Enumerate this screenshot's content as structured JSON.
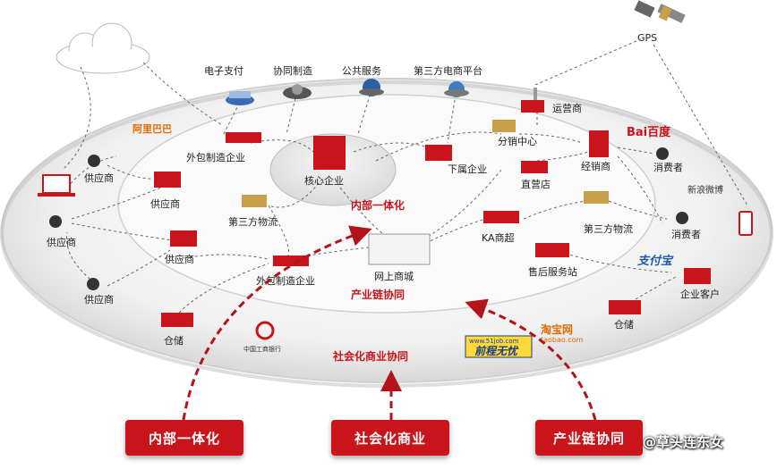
{
  "top_services": [
    "电子支付",
    "协同制造",
    "公共服务",
    "第三方电商平台"
  ],
  "gps": "GPS",
  "operator": "运营商",
  "logos": {
    "alibaba": "阿里巴巴",
    "baidu": "Bai百度",
    "weibo": "新浪微博",
    "alipay": "支付宝",
    "taobao": "淘宝网",
    "taobao_sub": "taobao.com",
    "job51": "前程无忧",
    "job51_sub": "www.51job.com",
    "icbc": "中国工商银行"
  },
  "nodes": {
    "waibao_top": "外包制造企业",
    "hexin": "核心企业",
    "xiashu": "下属企业",
    "fenxiao": "分销中心",
    "zhiying": "直营店",
    "jingxiao": "经销商",
    "xiaofei1": "消费者",
    "xiaofei2": "消费者",
    "gongying_l1": "供应商",
    "gongying_l2": "供应商",
    "gongying_l3": "供应商",
    "gongying_i1": "供应商",
    "gongying_i2": "供应商",
    "wuliu_l": "第三方物流",
    "wuliu_r": "第三方物流",
    "ka": "KA商超",
    "wangshang": "网上商城",
    "shouhou": "售后服务站",
    "waibao_bot": "外包制造企业",
    "cangchu_l": "仓储",
    "cangchu_r": "仓储",
    "qiye_kehu": "企业客户"
  },
  "zones": {
    "inner": "内部一体化",
    "middle": "产业链协同",
    "outer": "社会化商业协同"
  },
  "buttons": [
    "内部一体化",
    "社会化商业",
    "产业链协同"
  ],
  "watermark": "@草头连东女"
}
